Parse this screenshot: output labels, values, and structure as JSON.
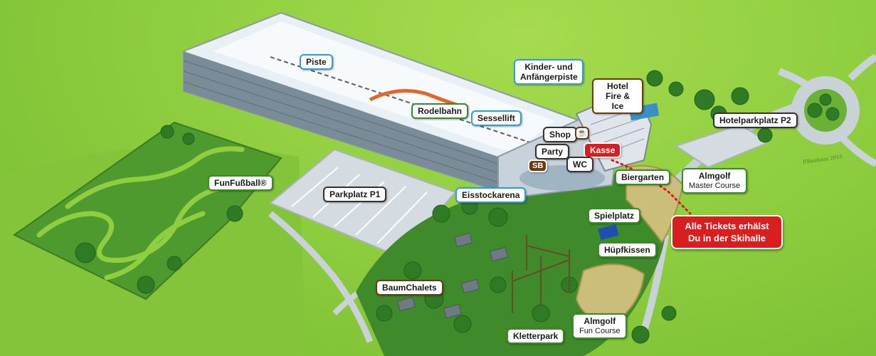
{
  "map": {
    "labels": {
      "piste": "Piste",
      "kinder": "Kinder- und Anfängerpiste",
      "hotel": "Hotel Fire & Ice",
      "rodelbahn": "Rodelbahn",
      "sessellift": "Sessellift",
      "shop": "Shop",
      "party": "Party",
      "kasse": "Kasse",
      "sb": "SB",
      "wc": "WC",
      "hotelparkplatz": "Hotelparkplatz P2",
      "funfussball": "FunFußball®",
      "parkplatz_p1": "Parkplatz P1",
      "eisstockarena": "Eisstockarena",
      "biergarten": "Biergarten",
      "almgolf_master": "Almgolf",
      "almgolf_master_sub": "Master Course",
      "spielplatz": "Spielplatz",
      "huepfkissen": "Hüpfkissen",
      "baumchalets": "BaumChalets",
      "kletterpark": "Kletterpark",
      "almgolf_fun": "Almgolf",
      "almgolf_fun_sub": "Fun Course"
    },
    "tickets": {
      "line1": "Alle Tickets erhälst",
      "line2": "Du in der Skihalle"
    },
    "signature": "P.Bauhaus 2015",
    "colors": {
      "grass": "#8fcf3f",
      "field": "#4f9a2e",
      "snow": "#e8f0f6",
      "red_accent": "#d81e1e",
      "blue_border": "#2aa0d8"
    }
  }
}
